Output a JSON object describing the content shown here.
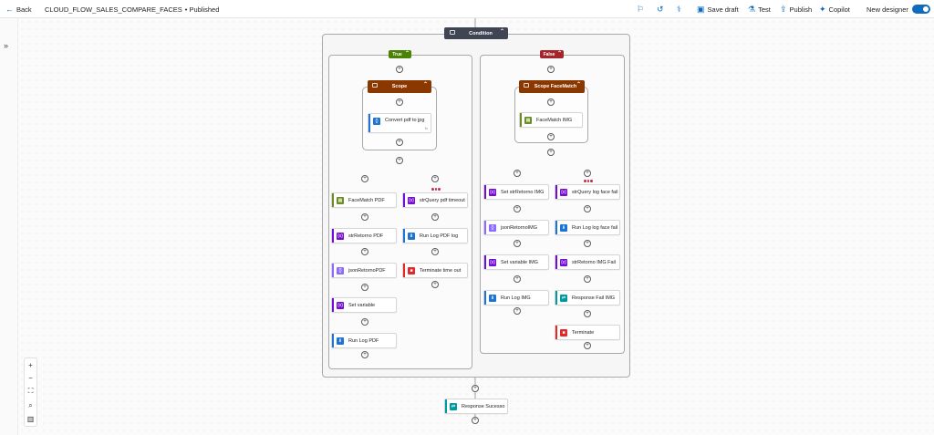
{
  "topbar": {
    "back_label": "Back",
    "title": "CLOUD_FLOW_SALES_COMPARE_FACES",
    "status": "• Published",
    "save_draft": "Save draft",
    "test": "Test",
    "publish": "Publish",
    "copilot": "Copilot",
    "new_designer": "New designer"
  },
  "colors": {
    "condition": "#404553",
    "true": "#498205",
    "false": "#a4262c",
    "scope": "#8a3800",
    "green_action": "#6b8e23",
    "variable": "#770bd6",
    "compose": "#8c6cff",
    "log": "#1e74d4",
    "terminate": "#e3282a",
    "response": "#009ba1"
  },
  "condition": {
    "label": "Condition"
  },
  "true_branch": {
    "label": "True",
    "scope_label": "Scope",
    "scope_action": "Convert pdf to jpg",
    "scope_foot": "fx",
    "left_actions": [
      "FaceMatch PDF",
      "strRetorno PDF",
      "jsonRetornoPDF",
      "Set variable",
      "Run Log PDF"
    ],
    "right_actions": [
      "strQuery pdf timeout",
      "Run Log PDF log",
      "Terminate time out"
    ]
  },
  "false_branch": {
    "label": "False",
    "scope_label": "Scope FaceMatch",
    "scope_action": "FaceMatch IMG",
    "left_actions": [
      "Set strRetorno IMG",
      "jsonRetornoIMG",
      "Set variable IMG",
      "Run Log IMG"
    ],
    "right_actions": [
      "strQuery log face fail",
      "Run Log log face fail",
      "strRetorno IMG Fail",
      "Response Fail IMG",
      "Terminate"
    ]
  },
  "response": {
    "label": "Response Sucesso"
  }
}
